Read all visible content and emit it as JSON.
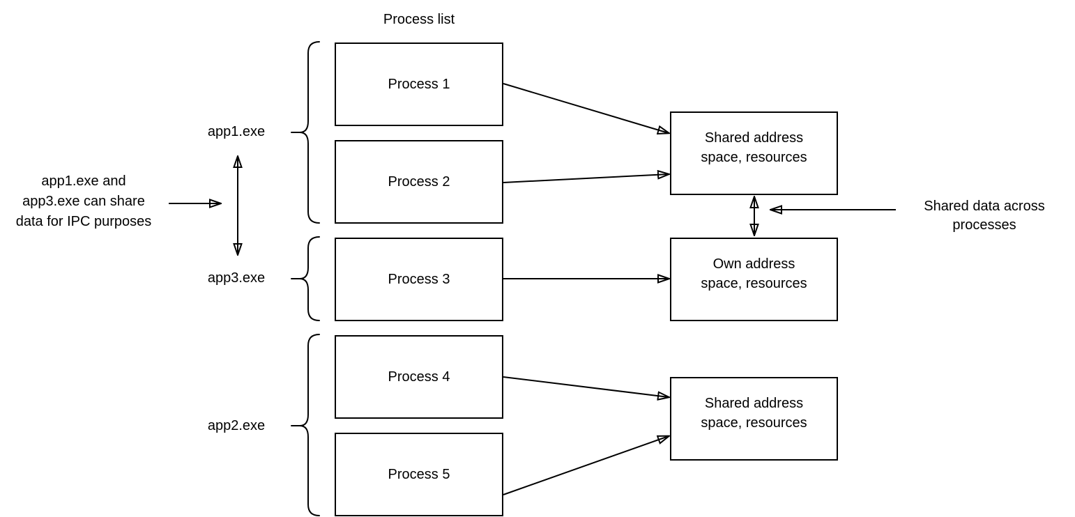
{
  "diagram": {
    "title": "Process list",
    "process_boxes": [
      {
        "label": "Process 1"
      },
      {
        "label": "Process 2"
      },
      {
        "label": "Process 3"
      },
      {
        "label": "Process 4"
      },
      {
        "label": "Process 5"
      }
    ],
    "app_labels": [
      {
        "label": "app1.exe"
      },
      {
        "label": "app3.exe"
      },
      {
        "label": "app2.exe"
      }
    ],
    "address_boxes": [
      {
        "lines": [
          "Shared address",
          "space, resources"
        ]
      },
      {
        "lines": [
          "Own address",
          "space, resources"
        ]
      },
      {
        "lines": [
          "Shared address",
          "space, resources"
        ]
      }
    ],
    "annotations": {
      "left": {
        "lines": [
          "app1.exe and",
          "app3.exe can share",
          "data for IPC purposes"
        ]
      },
      "right": {
        "lines": [
          "Shared data across",
          "processes"
        ]
      }
    },
    "colors": {
      "stroke": "#000000",
      "text": "#000000",
      "background": "#ffffff"
    }
  }
}
